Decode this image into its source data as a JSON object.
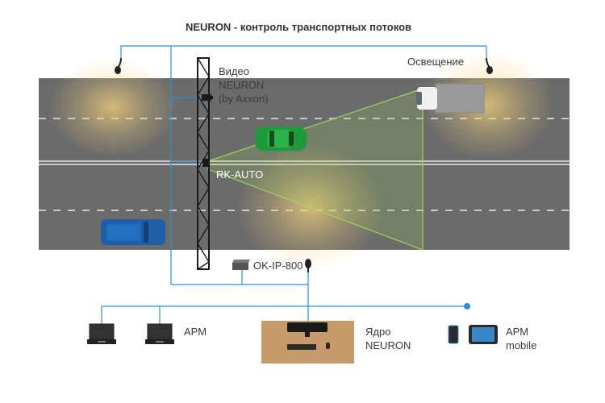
{
  "title": "NEURON - контроль транспортных потоков",
  "labels": {
    "video_line1": "Видео",
    "video_line2": "NEURON",
    "video_line3": "(by Axxon)",
    "lighting": "Освещение",
    "rk_auto": "RK-AUTO",
    "ok_ip": "OK-IP-800",
    "arm": "АРМ",
    "core_line1": "Ядро",
    "core_line2": "NEURON",
    "arm_mobile_line1": "АРМ",
    "arm_mobile_line2": "mobile"
  },
  "colors": {
    "road": "#6b6b6b",
    "network_line": "#2d8fd5",
    "detection_zone": "#9fd45c",
    "green_car": "#1f9a3b",
    "blue_van": "#1e5fa8",
    "core_desk": "#c79a6a",
    "lamp_glow": "#f5d27a"
  },
  "icons": [
    "street-lamp-icon",
    "camera-icon",
    "rk-auto-sensor-icon",
    "ok-ip-800-device-icon",
    "laptop-icon",
    "workstation-icon",
    "phone-icon",
    "tablet-icon",
    "network-endpoint-icon"
  ]
}
